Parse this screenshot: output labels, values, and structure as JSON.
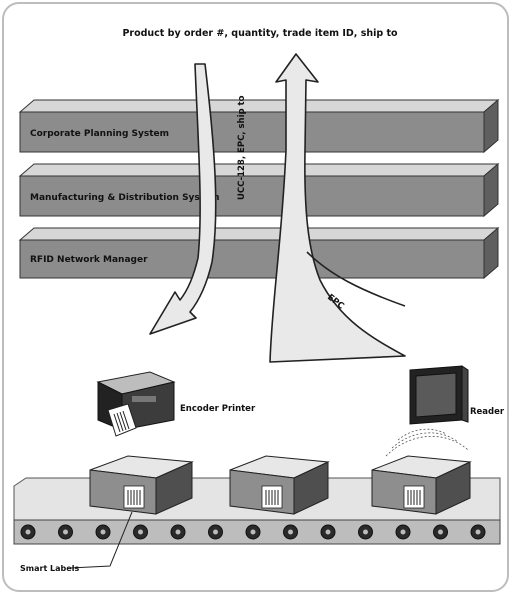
{
  "diagram": {
    "top_label": "Product by order #, quantity, trade item ID, ship to",
    "layers": [
      "Corporate Planning System",
      "Manufacturing & Distribution System",
      "RFID Network Manager"
    ],
    "down_arrow_label": "UCC-128, EPC, ship to",
    "epc_label": "EPC",
    "encoder_printer_label": "Encoder Printer",
    "reader_label": "Reader",
    "smart_labels_label": "Smart Labels"
  },
  "colors": {
    "layer_front": "#8c8c8c",
    "layer_top": "#d7d7d7",
    "layer_side": "#5f5f5f",
    "arrow_fill": "#e9e9e9",
    "arrow_stroke": "#222222",
    "conveyor": "#e4e4e4",
    "box_front": "#8e8e8e",
    "box_top": "#e7e7e7",
    "box_side": "#4f4f4f",
    "frame": "#bdbdbd"
  }
}
